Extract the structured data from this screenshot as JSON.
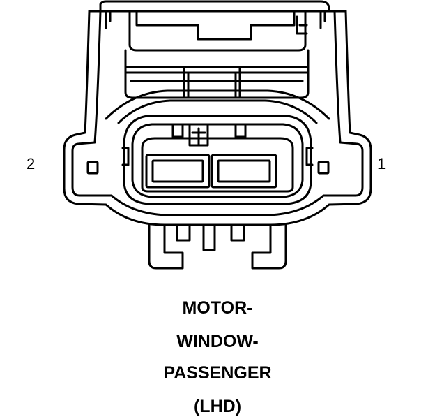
{
  "pin_labels": {
    "left": "2",
    "right": "1"
  },
  "caption_lines": [
    "MOTOR-",
    "WINDOW-",
    "PASSENGER",
    "(LHD)"
  ],
  "colors": {
    "stroke": "#000000",
    "background": "#ffffff"
  }
}
